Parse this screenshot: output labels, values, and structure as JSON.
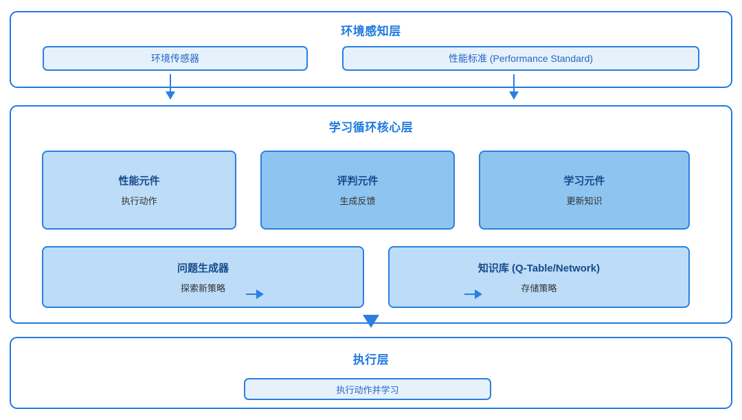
{
  "diagram": {
    "layers": [
      {
        "id": "perception",
        "title": "环境感知层",
        "boxes": [
          {
            "label": "环境传感器"
          },
          {
            "label": "性能标准 (Performance Standard)"
          }
        ]
      },
      {
        "id": "core",
        "title": "学习循环核心层",
        "row1": [
          {
            "title": "性能元件",
            "subtitle": "执行动作"
          },
          {
            "title": "评判元件",
            "subtitle": "生成反馈"
          },
          {
            "title": "学习元件",
            "subtitle": "更新知识"
          }
        ],
        "row2": [
          {
            "title": "问题生成器",
            "subtitle": "探索新策略"
          },
          {
            "title": "知识库 (Q-Table/Network)",
            "subtitle": "存储策略"
          }
        ]
      },
      {
        "id": "execution",
        "title": "执行层",
        "boxes": [
          {
            "label": "执行动作并学习"
          }
        ]
      }
    ],
    "connectors": [
      {
        "name": "sensor-to-core",
        "direction": "down"
      },
      {
        "name": "standard-to-core",
        "direction": "down"
      },
      {
        "name": "performance-to-critic",
        "direction": "right"
      },
      {
        "name": "critic-to-learner",
        "direction": "right"
      },
      {
        "name": "core-to-execution",
        "direction": "down"
      }
    ],
    "colors": {
      "border": "#2a7fe0",
      "layer_border": "#1f7ae0",
      "layer_title": "#1f7ae0",
      "box_title": "#174a8c",
      "box_subtitle": "#333333",
      "pale_fill": "#e6f1fb",
      "pale_text": "#2566c4",
      "tint_light": "#bcdcf7",
      "tint_mid": "#8ec5f0",
      "background": "#ffffff"
    }
  }
}
